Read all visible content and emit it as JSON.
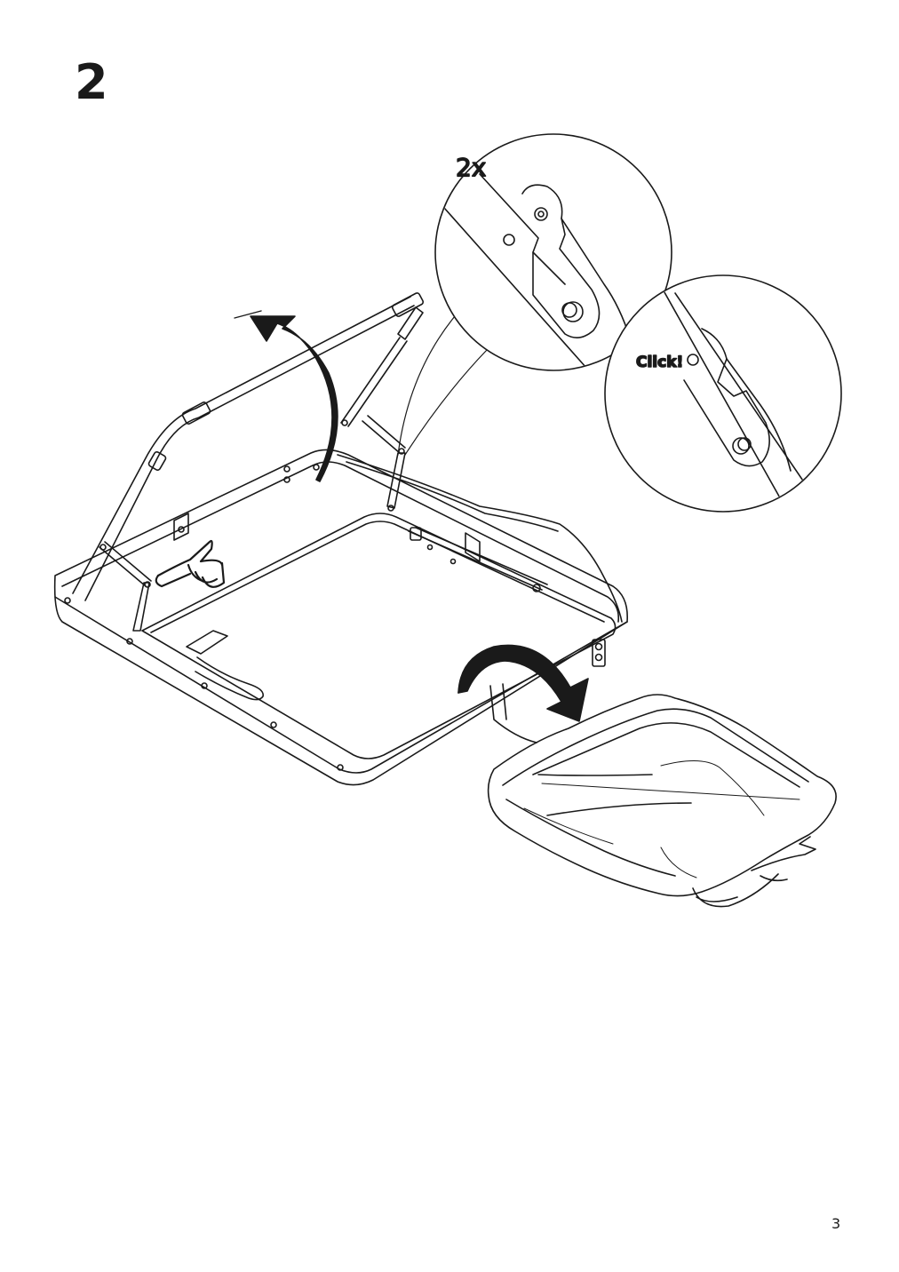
{
  "step": {
    "number": "2"
  },
  "page": {
    "number": "3"
  },
  "detail_top": {
    "quantity_label": "2x"
  },
  "detail_bottom": {
    "sound_label": "Click!"
  },
  "icons": [
    "step-arrow-up-icon",
    "rotate-arrow-down-icon",
    "hand-pointing-icon",
    "hinge-detail-icon",
    "folded-bag-icon"
  ]
}
